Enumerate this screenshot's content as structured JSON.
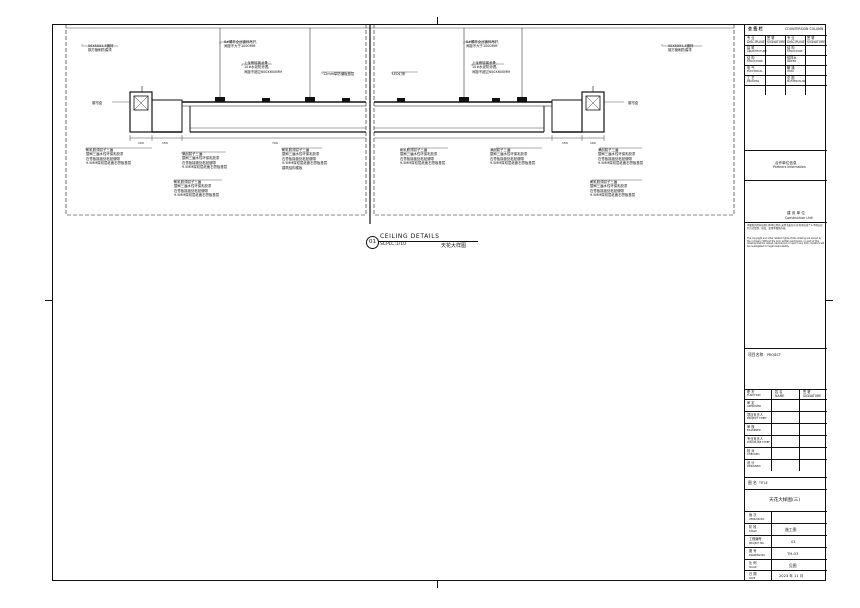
{
  "detail": {
    "number": "01",
    "title": "CEILING DETAILS",
    "scale": "SCPLC:1/10",
    "title_cn": "天花大样图"
  },
  "annotations": {
    "hanger_left": "8#螺杆全丝镀锌吊杆,\n间距不大于1000MM",
    "hanger_right": "8#螺杆全丝镀锌吊杆,\n间距不大于1000MM",
    "main_keel_left": "上龙骨轻钢龙骨,\n10#水泥防渗透,\n间距不超过600X600MM",
    "main_keel_right": "上龙骨轻钢龙骨,\n10#水泥防渗透,\n间距不超过600X600MM",
    "board_left": "12mm厚防潮板基层",
    "led": "LED灯条",
    "wood_left": "50X50X1.5镀锌\n钢方管刷防腐漆",
    "wood_right": "50X50X1.5镀锌\n钢方管刷防腐漆",
    "curtain_left": "窗帘盒",
    "curtain_right": "窗帘盒",
    "finish_a": "刷乳胶漆腻子三遍\n整刷三遍水性环保乳胶漆\n石膏板接缝处粘贴绷带\n9.5MM厚双层纸面石膏板基层",
    "finish_b": "满刮腻子三遍\n整刷三遍水性环保乳胶漆\n石膏板接缝处粘贴绷带\n9.5MM厚双层纸面石膏板基层",
    "finish_c": "刷乳胶漆腻子三遍\n整刷三遍水性环保乳胶漆\n石膏板接缝处粘贴绷带\n9.5MM厚双层纸面石膏板基层\n建筑结构楼板",
    "dims": [
      "100",
      "150",
      "700",
      "150",
      "100"
    ]
  },
  "title_block": {
    "signoff_label": "会 签 栏",
    "counter_sign": "COUNTERSIGN COLUMN",
    "cols": [
      "专 业\nDISCIPLINE",
      "签 署\nSIGNATURE",
      "专 业\nDISCIPLINE",
      "签 署\nSIGNATURE"
    ],
    "disciplines": [
      [
        "建 筑",
        "ARCHITECTURE",
        "结 构",
        "STRUCTURE"
      ],
      [
        "结 构",
        "STRUCTURE",
        "给排水",
        "WATER"
      ],
      [
        "电 气",
        "ELECTRICAL",
        "暖 通",
        "HVAC"
      ],
      [
        "工 艺",
        "PROCESS",
        "总 图",
        "MASTER PLAN"
      ]
    ],
    "partner_label": "合作单位信息",
    "partner_en": "Partners Information",
    "builder_label": "建 设 单 位",
    "builder_en": "Construction Unit",
    "copyright_cn": "本图纸的所有权利归本单位所有,未经书面许可,任何单位或个人不得以任何方式复制、修改、使用本图纸内容。",
    "copyright_en": "The copyright and other related rights of this drawing are owned by the company. Without the prior written permission, no part of this drawing shall be copied, reproduced or used in any form. Violators will be investigated for legal responsibility.",
    "project_label": "项目名称",
    "project_en": "PROJECT",
    "sign_rows": [
      [
        "职 责",
        "FUNCTION"
      ],
      [
        "审 定",
        "APPROVED"
      ],
      [
        "项目负责人",
        "PROJECT CHIEF"
      ],
      [
        "审 核",
        "EXAMINED"
      ],
      [
        "专业负责人",
        "DISCIPLINE CHIEF"
      ],
      [
        "校 对",
        "CHECKED"
      ],
      [
        "设 计",
        "DESIGNED"
      ]
    ],
    "name_col": "姓 名\nNAME",
    "sign_col": "签 署\nSIGNATURE",
    "title_label": "图 名",
    "title_en": "TITLE",
    "drawing_title": "天花大样图(三)",
    "version_label": "版 次",
    "version_en": "VERSION NO.",
    "stage_label": "阶 段",
    "stage_en": "STAGE",
    "stage_value": "施工图",
    "project_no_label": "工程编号",
    "project_no_en": "PROJECT NO.",
    "project_no_value": "01",
    "drawing_no_label": "图 号",
    "drawing_no_en": "DRAWING NO.",
    "drawing_no_value": "TH-03",
    "scale_label": "比 例",
    "scale_en": "SCALE",
    "scale_value": "见图",
    "date_label": "日 期",
    "date_en": "DATE",
    "date_value": "2023 年 11 月"
  }
}
